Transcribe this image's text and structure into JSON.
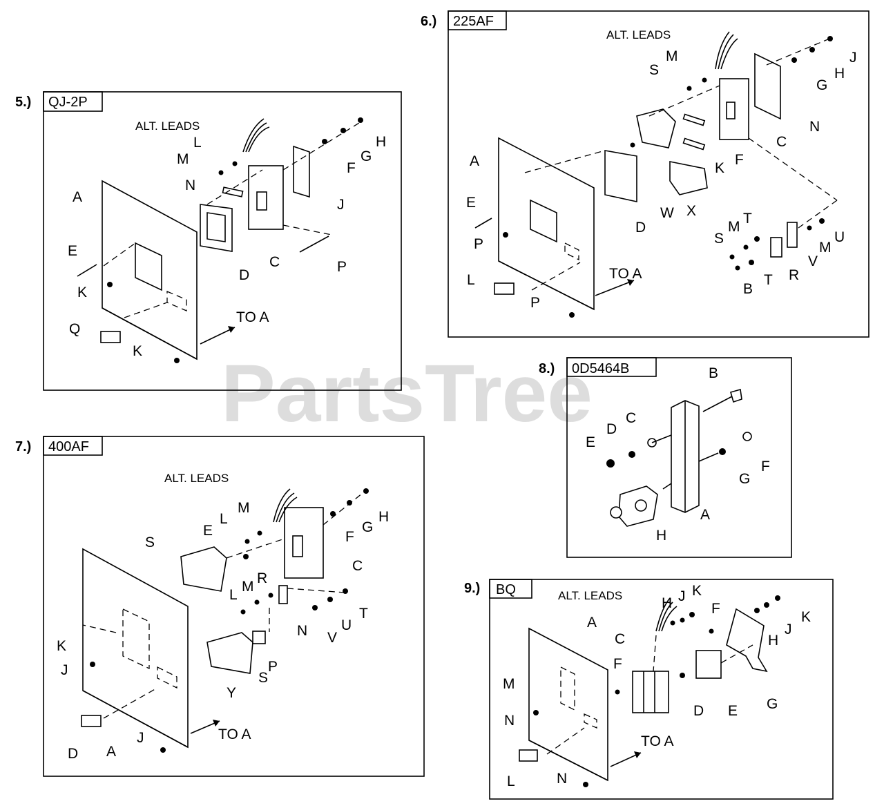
{
  "watermark": "PartsTree",
  "panels": [
    {
      "number": "5.)",
      "tag": "QJ-2P",
      "labels": {
        "alt_leads": "ALT. LEADS",
        "to_a": "TO A",
        "L": "L",
        "M": "M",
        "N": "N",
        "A": "A",
        "E": "E",
        "K1": "K",
        "Q": "Q",
        "K2": "K",
        "D": "D",
        "C": "C",
        "P": "P",
        "J": "J",
        "F": "F",
        "G": "G",
        "H": "H"
      }
    },
    {
      "number": "6.)",
      "tag": "225AF",
      "labels": {
        "alt_leads": "ALT. LEADS",
        "to_a": "TO A",
        "M": "M",
        "S1": "S",
        "A": "A",
        "E": "E",
        "P1": "P",
        "L": "L",
        "P2": "P",
        "D": "D",
        "W": "W",
        "X": "X",
        "K": "K",
        "F": "F",
        "C": "C",
        "N": "N",
        "G": "G",
        "H": "H",
        "J": "J",
        "S2": "S",
        "M2": "M",
        "T1": "T",
        "B": "B",
        "T2": "T",
        "R": "R",
        "V": "V",
        "M3": "M",
        "U": "U"
      }
    },
    {
      "number": "7.)",
      "tag": "400AF",
      "labels": {
        "alt_leads": "ALT. LEADS",
        "to_a": "TO A",
        "S1": "S",
        "L1": "L",
        "M1": "M",
        "E": "E",
        "C": "C",
        "F": "F",
        "G": "G",
        "H": "H",
        "K": "K",
        "J1": "J",
        "D": "D",
        "A": "A",
        "J2": "J",
        "L2": "L",
        "M2": "M",
        "R": "R",
        "N": "N",
        "V": "V",
        "U": "U",
        "T": "T",
        "P": "P",
        "Y": "Y",
        "S2": "S"
      }
    },
    {
      "number": "8.)",
      "tag": "0D5464B",
      "labels": {
        "B": "B",
        "C": "C",
        "D": "D",
        "E": "E",
        "F": "F",
        "G": "G",
        "A": "A",
        "H": "H"
      }
    },
    {
      "number": "9.)",
      "tag": "BQ",
      "labels": {
        "alt_leads": "ALT. LEADS",
        "to_a": "TO A",
        "H1": "H",
        "J1": "J",
        "K1": "K",
        "A": "A",
        "C": "C",
        "F1": "F",
        "F2": "F",
        "M": "M",
        "N1": "N",
        "L": "L",
        "N2": "N",
        "D": "D",
        "E": "E",
        "G": "G",
        "H2": "H",
        "J2": "J",
        "K2": "K"
      }
    }
  ]
}
